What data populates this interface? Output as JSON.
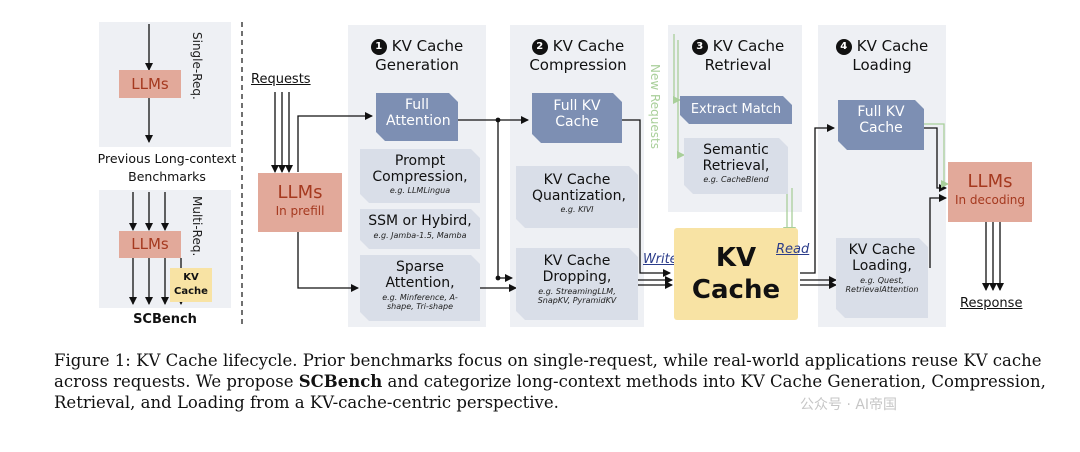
{
  "left": {
    "single_req": "Single-Req.",
    "multi_req": "Multi-Req.",
    "llms_top": "LLMs",
    "llms_bottom": "LLMs",
    "previous_label": "Previous Long-context Benchmarks",
    "kv_cache_box": "KV Cache",
    "scbench": "SCBench"
  },
  "main": {
    "requests": "Requests",
    "llms_prefill_title": "LLMs",
    "llms_prefill_sub": "In prefill",
    "write": "Write",
    "read": "Read",
    "kv_cache_center": "KV Cache",
    "new_requests": "New Requests",
    "llms_decoding_title": "LLMs",
    "llms_decoding_sub": "In decoding",
    "response": "Response"
  },
  "stages": [
    {
      "num": "1",
      "title": "KV Cache Generation"
    },
    {
      "num": "2",
      "title": "KV Cache Compression"
    },
    {
      "num": "3",
      "title": "KV Cache Retrieval"
    },
    {
      "num": "4",
      "title": "KV Cache Loading"
    }
  ],
  "gen": {
    "full_attention": "Full Attention",
    "prompt_compression": "Prompt Compression,",
    "prompt_compression_eg": "e.g. LLMLingua",
    "ssm": "SSM or Hybird,",
    "ssm_eg": "e.g. Jamba-1.5, Mamba",
    "sparse": "Sparse Attention,",
    "sparse_eg": "e.g. Minference, A-shape, Tri-shape"
  },
  "comp": {
    "full_kv": "Full KV Cache",
    "quant": "KV Cache Quantization,",
    "quant_eg": "e.g. KIVI",
    "drop": "KV Cache Dropping,",
    "drop_eg": "e.g. StreamingLLM, SnapKV, PyramidKV"
  },
  "retr": {
    "exact": "Extract Match",
    "semantic": "Semantic Retrieval,",
    "semantic_eg": "e.g. CacheBlend"
  },
  "load": {
    "full_kv": "Full KV Cache",
    "loading": "KV Cache Loading,",
    "loading_eg": "e.g. Quest, RetrievalAttention"
  },
  "caption": {
    "prefix": "Figure 1: KV Cache lifecycle. Prior benchmarks focus on single-request, while real-world applications reuse KV cache across requests. We propose ",
    "bold": "SCBench",
    "suffix": " and categorize long-context methods into KV Cache Generation, Compression, Retrieval, and Loading from a KV-cache-centric perspective."
  },
  "watermark": "公众号 · AI帝国",
  "colors": {
    "panel": "#eef0f4",
    "dark_box": "#7d8fb3",
    "light_box": "#d9dee8",
    "llm_box": "#e2a99a",
    "llm_text": "#a5391f",
    "kv_center": "#f8e3a4",
    "retrieval_green": "#a9cf9a"
  }
}
